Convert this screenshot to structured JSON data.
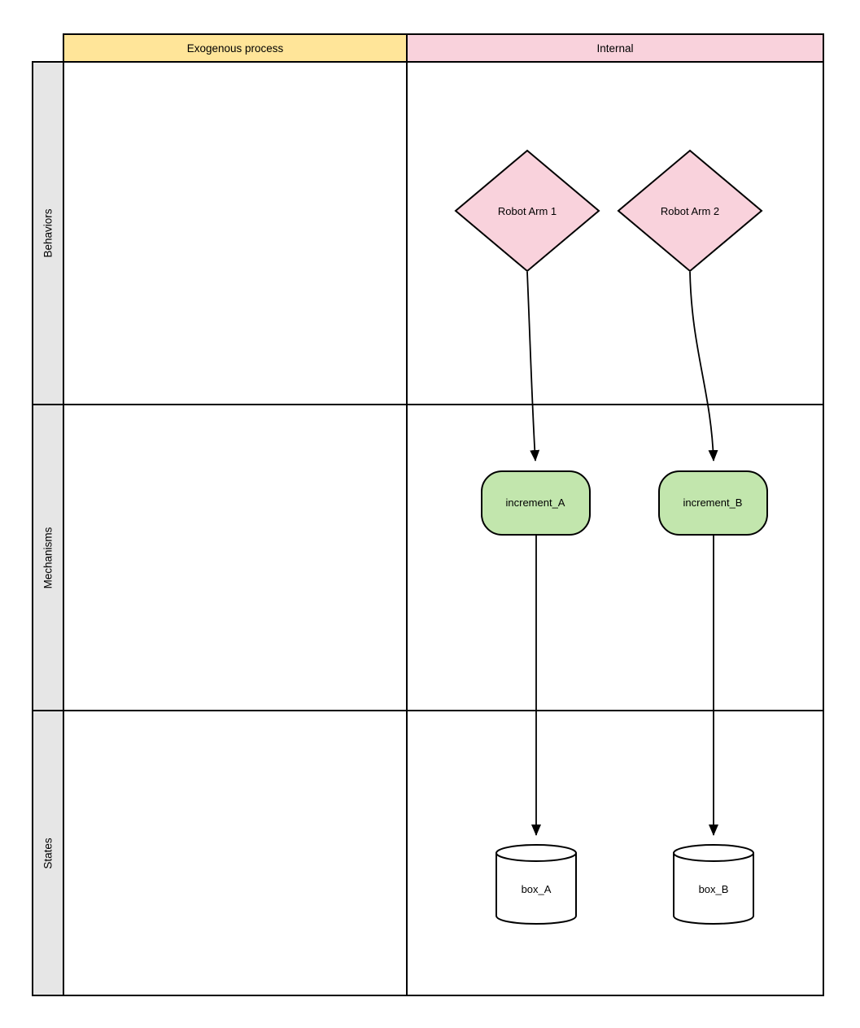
{
  "colors": {
    "header_yellow": "#ffe599",
    "header_pink": "#f9d2dc",
    "row_header_gray": "#e6e6e6",
    "node_pink": "#f9d2dc",
    "node_green": "#c2e6ad",
    "node_white": "#ffffff",
    "border_black": "#000000"
  },
  "grid": {
    "column_headers": [
      {
        "id": "exogenous",
        "label": "Exogenous process"
      },
      {
        "id": "internal",
        "label": "Internal"
      }
    ],
    "row_headers": [
      {
        "id": "behaviors",
        "label": "Behaviors"
      },
      {
        "id": "mechanisms",
        "label": "Mechanisms"
      },
      {
        "id": "states",
        "label": "States"
      }
    ]
  },
  "nodes": {
    "behaviors": [
      {
        "label": "Robot Arm 1",
        "shape": "diamond",
        "row": "Behaviors",
        "column": "Internal"
      },
      {
        "label": "Robot Arm 2",
        "shape": "diamond",
        "row": "Behaviors",
        "column": "Internal"
      }
    ],
    "mechanisms": [
      {
        "label": "increment_A",
        "shape": "rounded-rectangle",
        "row": "Mechanisms",
        "column": "Internal"
      },
      {
        "label": "increment_B",
        "shape": "rounded-rectangle",
        "row": "Mechanisms",
        "column": "Internal"
      }
    ],
    "states": [
      {
        "label": "box_A",
        "shape": "cylinder",
        "row": "States",
        "column": "Internal"
      },
      {
        "label": "box_B",
        "shape": "cylinder",
        "row": "States",
        "column": "Internal"
      }
    ]
  },
  "edges": [
    {
      "from": "Robot Arm 1",
      "to": "increment_A"
    },
    {
      "from": "Robot Arm 2",
      "to": "increment_B"
    },
    {
      "from": "increment_A",
      "to": "box_A"
    },
    {
      "from": "increment_B",
      "to": "box_B"
    }
  ]
}
